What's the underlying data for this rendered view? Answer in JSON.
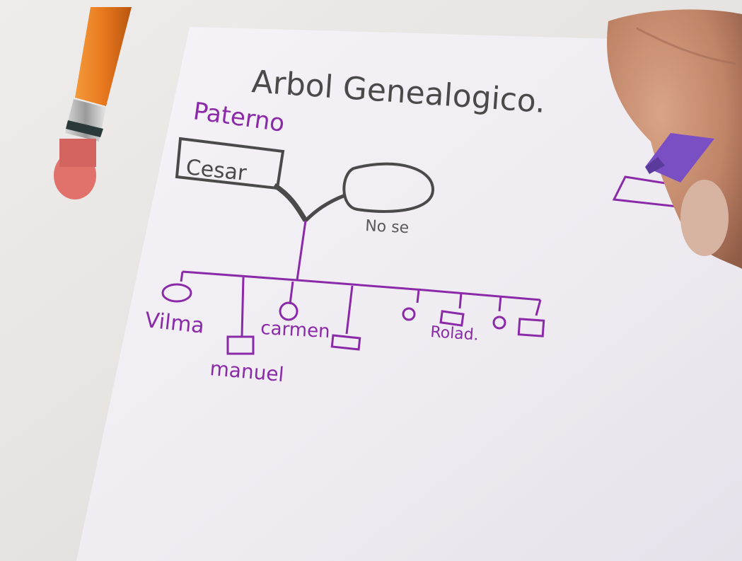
{
  "note": {
    "title": "Arbol Genealogico.",
    "side_label": "Paterno",
    "father_name": "Cesar",
    "mother_caption": "No se",
    "children": [
      {
        "name": "Vilma",
        "symbol": "circle"
      },
      {
        "name": "manuel",
        "symbol": "square"
      },
      {
        "name": "carmen",
        "symbol": "circle"
      },
      {
        "name": "",
        "symbol": "square"
      },
      {
        "name": "",
        "symbol": "circle"
      },
      {
        "name": "Rolad.",
        "symbol": "square"
      },
      {
        "name": "",
        "symbol": "circle"
      },
      {
        "name": "",
        "symbol": "square"
      }
    ]
  },
  "colors": {
    "paper": "#f2eff4",
    "desk": "#e7e5e3",
    "pencil_ink": "#4a4a4a",
    "pen_ink": "#8a2aa8",
    "pencil_body": "#e8781e",
    "eraser": "#e0716b",
    "skin": "#c58f72"
  },
  "objects": [
    "pencil",
    "hand",
    "purple-pen"
  ]
}
